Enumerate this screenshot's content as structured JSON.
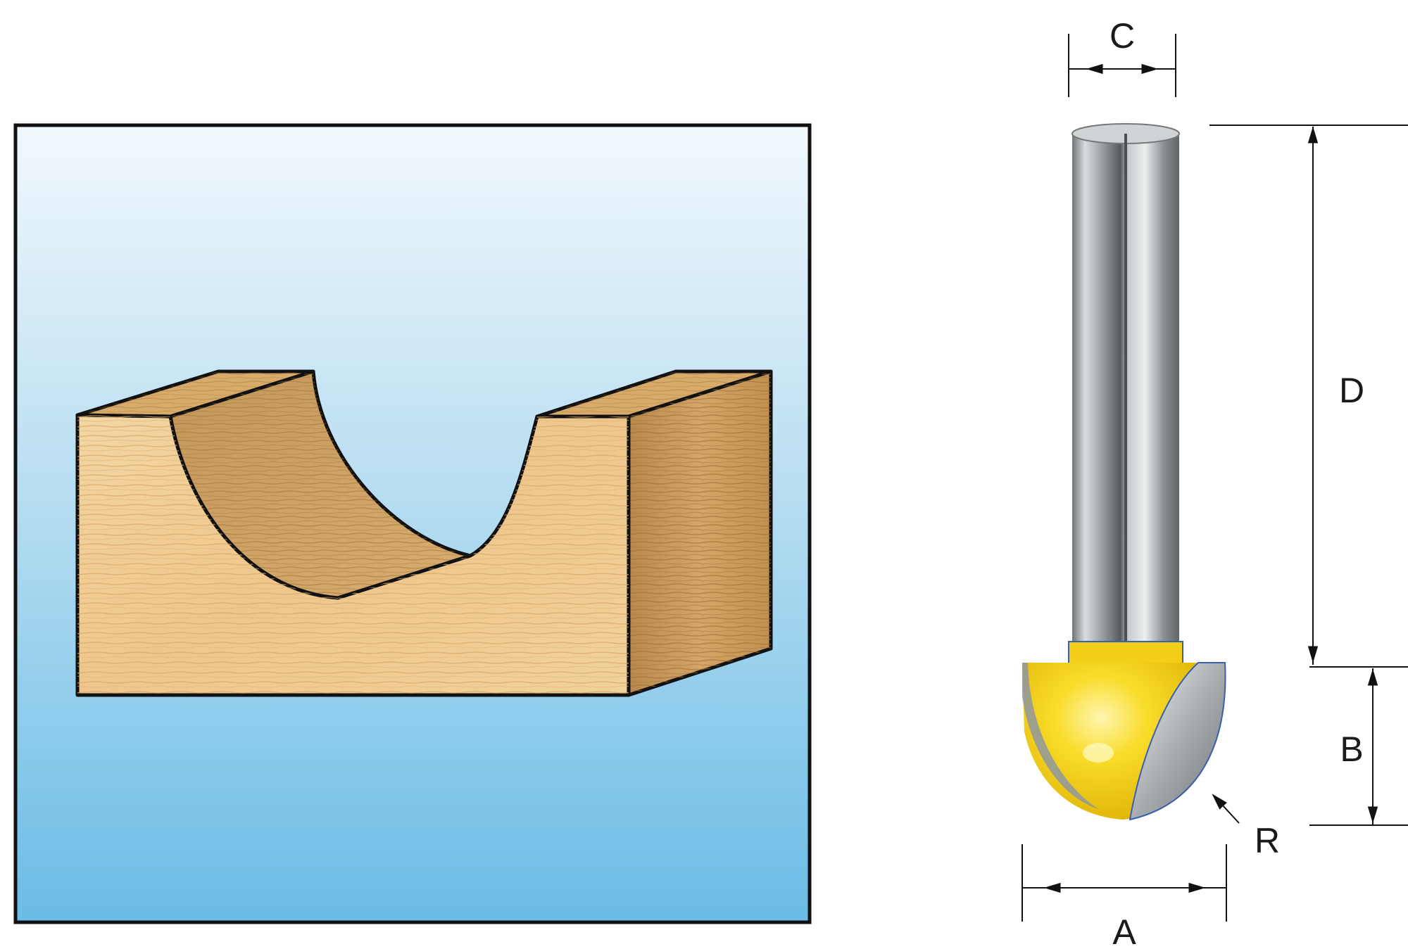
{
  "dimension_labels": {
    "a": "A",
    "b": "B",
    "c": "C",
    "d": "D",
    "r": "R"
  },
  "colors": {
    "panel_top": "#eef6fb",
    "panel_bottom": "#6ebde6",
    "wood_light": "#f0cf98",
    "wood_dark": "#c99d5c",
    "cutter_yellow": "#f6d01c",
    "shank_gray": "#9ea3a6",
    "outline": "#111111"
  }
}
